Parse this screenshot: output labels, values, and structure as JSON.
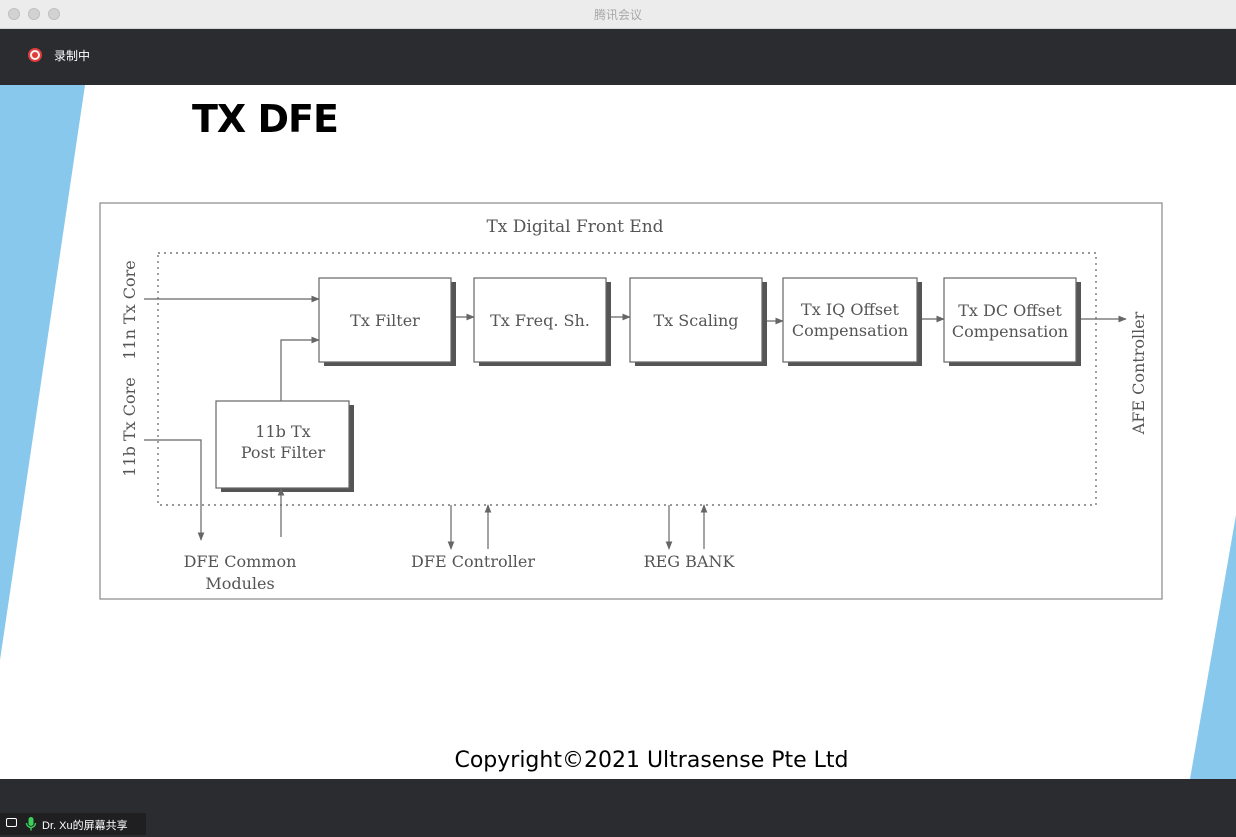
{
  "window": {
    "title": "腾讯会议"
  },
  "recording": {
    "label": "录制中"
  },
  "slide": {
    "title": "TX DFE",
    "copyright": "Copyright©2021 Ultrasense Pte Ltd",
    "diagram": {
      "frame_label": "Tx Digital Front End",
      "left_inputs": [
        "11n Tx Core",
        "11b Tx Core"
      ],
      "right_output": "AFE Controller",
      "chain_blocks": [
        [
          "Tx Filter"
        ],
        [
          "Tx Freq. Sh."
        ],
        [
          "Tx Scaling"
        ],
        [
          "Tx IQ Offset",
          "Compensation"
        ],
        [
          "Tx DC Offset",
          "Compensation"
        ]
      ],
      "post_filter_block": [
        "11b Tx",
        "Post Filter"
      ],
      "bottom_interfaces": [
        [
          "DFE Common",
          "Modules"
        ],
        [
          "DFE Controller"
        ],
        [
          "REG BANK"
        ]
      ]
    }
  },
  "share": {
    "label": "Dr. Xu的屏幕共享"
  },
  "colors": {
    "slide_accent": "#87c8ec",
    "record_red": "#e03a3a"
  }
}
